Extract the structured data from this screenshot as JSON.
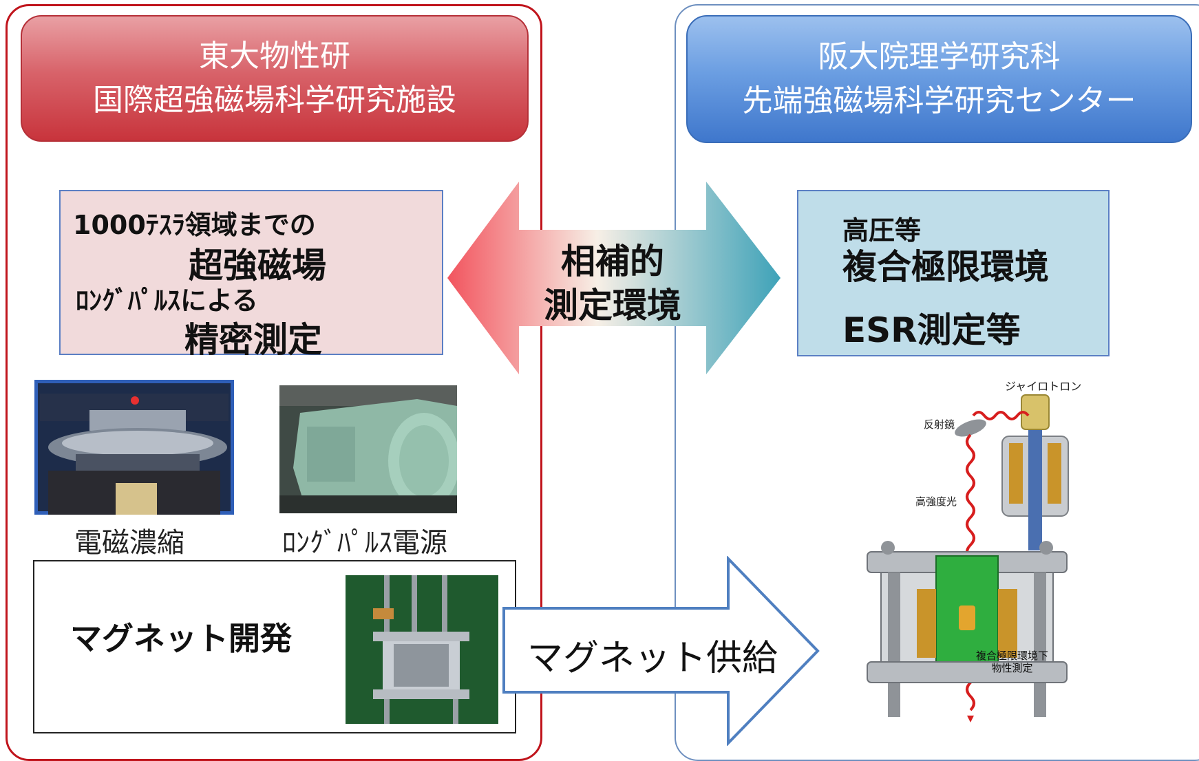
{
  "left": {
    "header": {
      "line1": "東大物性研",
      "line2": "国際超強磁場科学研究施設",
      "color": "#c8343c"
    },
    "info": {
      "line1": "1000ﾃｽﾗ領域までの",
      "line2": "超強磁場",
      "line3": "ﾛﾝｸﾞﾊﾟﾙｽによる",
      "line4": "精密測定"
    },
    "photos": [
      {
        "caption": "電磁濃縮"
      },
      {
        "caption": "ﾛﾝｸﾞﾊﾟﾙｽ電源"
      }
    ],
    "magnet_box": {
      "label": "マグネット開発"
    }
  },
  "right": {
    "header": {
      "line1": "阪大院理学研究科",
      "line2": "先端強磁場科学研究センター",
      "color": "#3f77cc"
    },
    "info": {
      "line1": "高圧等",
      "line2": "複合極限環境",
      "line3": "ESR測定等"
    },
    "diagram": {
      "label_gyrotron": "ジャイロトロン",
      "label_mirror": "反射鏡",
      "label_light": "高強度光",
      "label_measure_line1": "複合極限環境下",
      "label_measure_line2": "物性測定"
    }
  },
  "center": {
    "double_arrow": {
      "line1": "相補的",
      "line2": "測定環境"
    },
    "supply_arrow": {
      "label": "マグネット供給"
    }
  }
}
